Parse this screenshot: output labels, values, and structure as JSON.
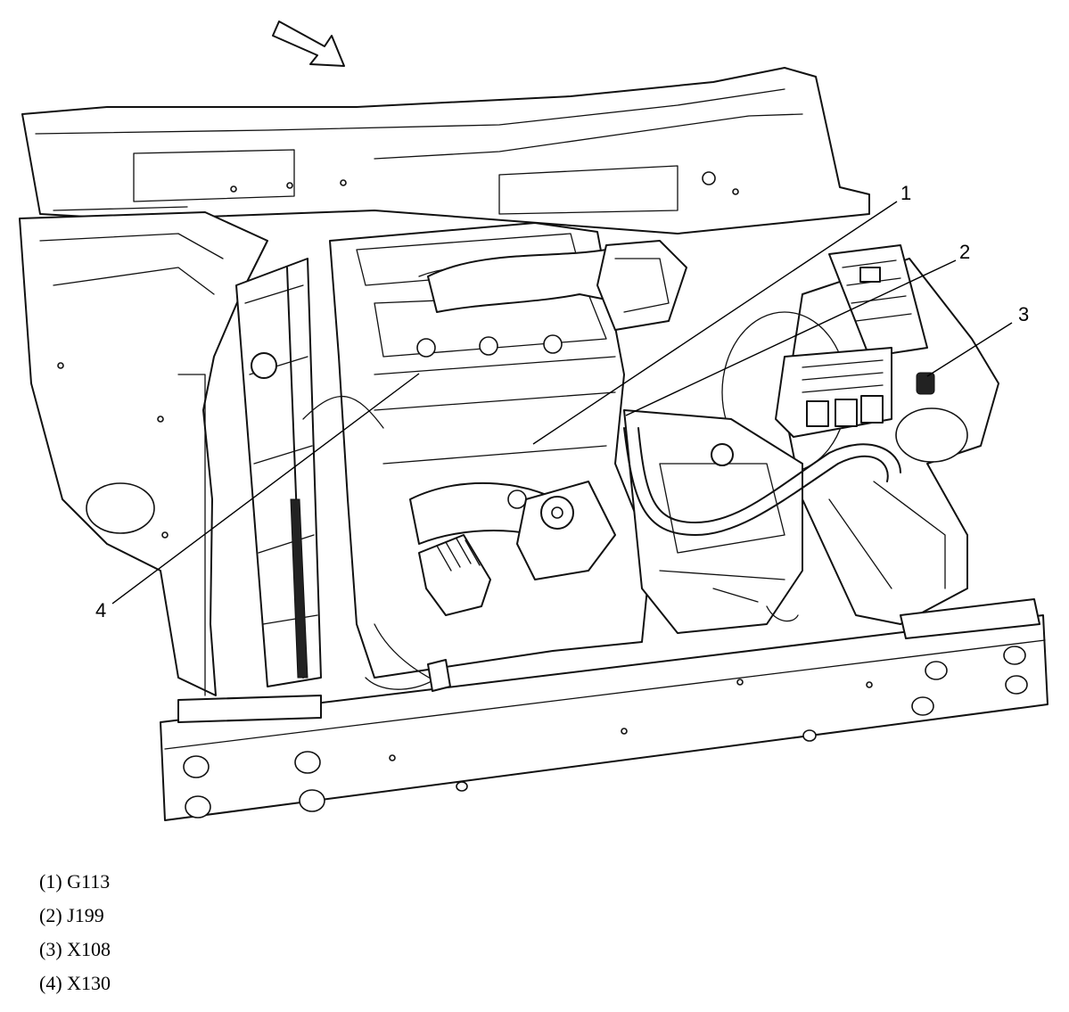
{
  "callouts": [
    {
      "number": "1"
    },
    {
      "number": "2"
    },
    {
      "number": "3"
    },
    {
      "number": "4"
    }
  ],
  "legend": [
    {
      "text": "(1) G113"
    },
    {
      "text": "(2) J199"
    },
    {
      "text": "(3) X108"
    },
    {
      "text": "(4) X130"
    }
  ]
}
